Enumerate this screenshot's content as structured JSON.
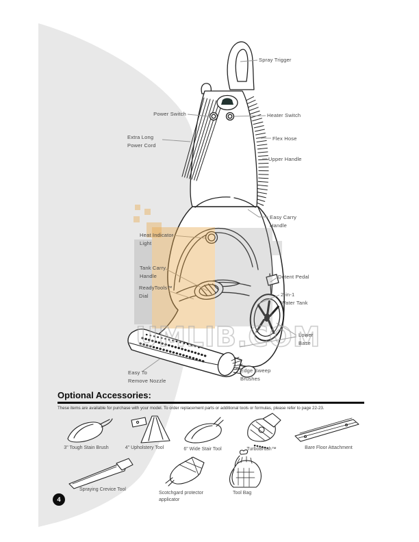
{
  "page_number": "4",
  "watermark": {
    "text": "UMLIB.COM"
  },
  "diagram": {
    "callouts": [
      {
        "id": "spray-trigger",
        "label": "Spray Trigger"
      },
      {
        "id": "power-switch",
        "label": "Power Switch"
      },
      {
        "id": "heater-switch",
        "label": "Heater Switch"
      },
      {
        "id": "extra-long-power-cord",
        "label": "Extra Long\nPower Cord"
      },
      {
        "id": "flex-hose",
        "label": "Flex Hose"
      },
      {
        "id": "upper-handle",
        "label": "Upper Handle"
      },
      {
        "id": "easy-carry-handle",
        "label": "Easy Carry\nHandle"
      },
      {
        "id": "heat-indicator-light",
        "label": "Heat Indicator\nLight"
      },
      {
        "id": "tank-carry-handle",
        "label": "Tank Carry\nHandle"
      },
      {
        "id": "readytools-dial",
        "label": "ReadyTools™\nDial"
      },
      {
        "id": "detent-pedal",
        "label": "Detent Pedal"
      },
      {
        "id": "two-in-one-water-tank",
        "label": "2-in-1\nWater Tank"
      },
      {
        "id": "lower-base",
        "label": "Lower\nBase"
      },
      {
        "id": "easy-to-remove-nozzle",
        "label": "Easy To\nRemove Nozzle"
      },
      {
        "id": "edge-sweep-brushes",
        "label": "Edge Sweep\nBrushes"
      }
    ]
  },
  "accessories": {
    "heading": "Optional Accessories:",
    "note": "These items are available for purchase with your model. To order replacement parts or additional tools or formulas, please refer to page 22-23.",
    "items": [
      {
        "label": "3\" Tough Stain Brush"
      },
      {
        "label": "4\" Upholstery Tool"
      },
      {
        "label": "6\" Wide Stair Tool"
      },
      {
        "label": "TurboBrush™"
      },
      {
        "label": "Bare Floor Attachment"
      },
      {
        "label": "Spraying Crevice Tool"
      },
      {
        "label": "Scotchgard protector\napplicator"
      },
      {
        "label": "Tool Bag"
      }
    ]
  },
  "colors": {
    "background_circle": "#e8e8e8",
    "watermark_orange": "#e8a94f",
    "watermark_gray": "#8c8c8c",
    "line_art": "#222222"
  }
}
